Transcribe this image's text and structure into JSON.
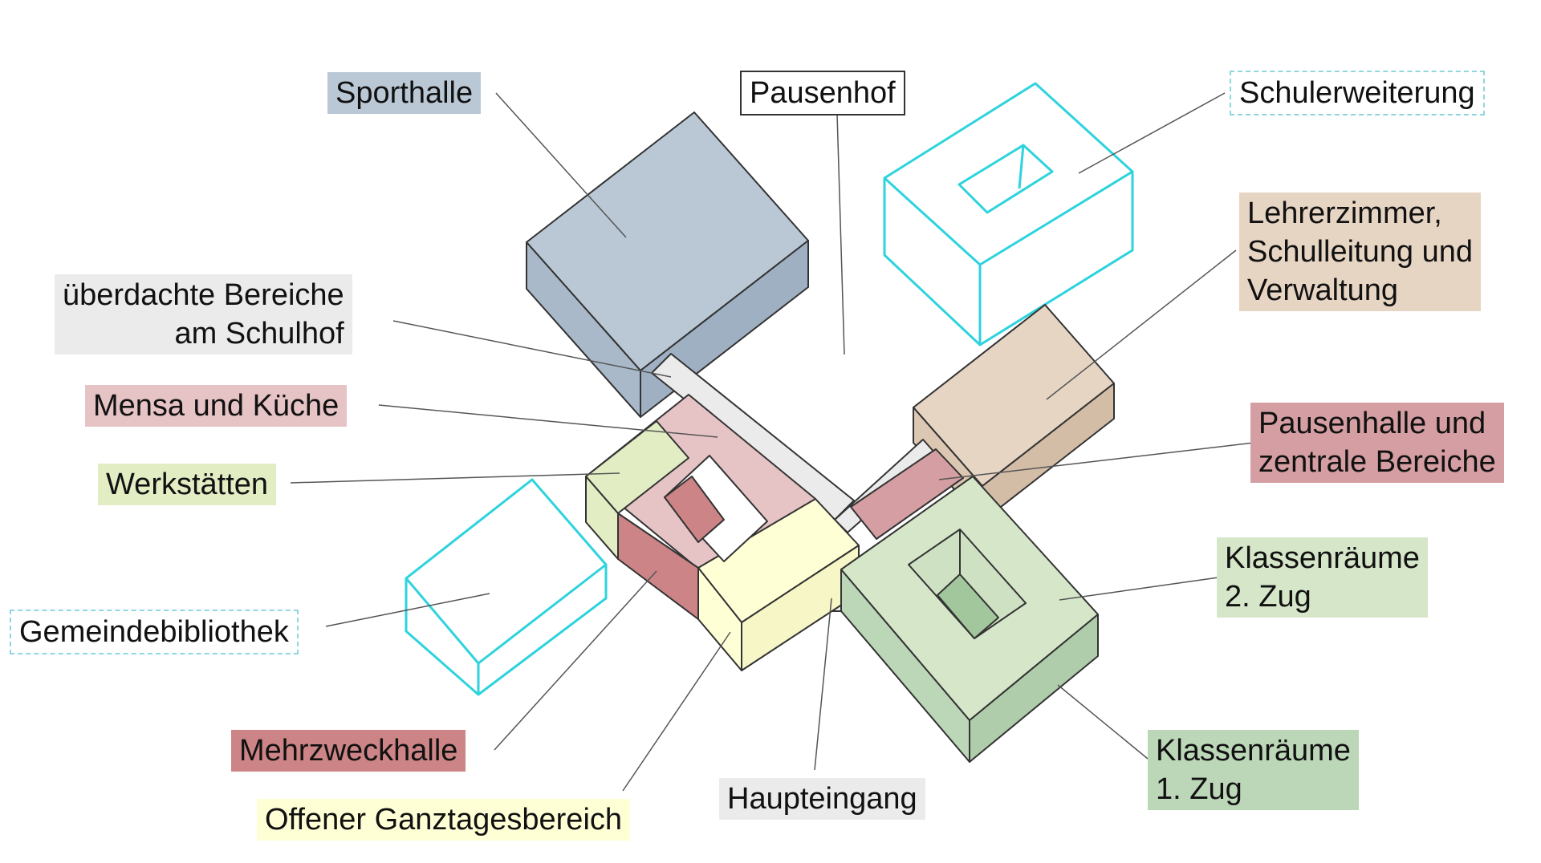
{
  "colors": {
    "sporthalle": "#bac8d6",
    "pausenhof_border": "#333333",
    "schulerweiterung": "#2ed3de",
    "lehrerzimmer": "#e7d5c4",
    "ueberdacht": "#ebebeb",
    "mensa": "#e6c3c5",
    "pausenhalle": "#d49ea2",
    "werkstaetten": "#e2edc4",
    "klassen2": "#d6e6c9",
    "klassen1": "#bcd6b8",
    "mehrzweck": "#cc8486",
    "offener": "#ffffd6",
    "haupteingang": "#ebebeb",
    "leader": "#555555"
  },
  "labels": {
    "sporthalle": [
      "Sporthalle"
    ],
    "pausenhof": [
      "Pausenhof"
    ],
    "schulerweiterung": [
      "Schulerweiterung"
    ],
    "lehrerzimmer": [
      "Lehrerzimmer,",
      "Schulleitung und",
      "Verwaltung"
    ],
    "ueberdacht": [
      "überdachte Bereiche",
      "am Schulhof"
    ],
    "mensa": [
      "Mensa und Küche"
    ],
    "pausenhalle": [
      "Pausenhalle und",
      "zentrale Bereiche"
    ],
    "werkstaetten": [
      "Werkstätten"
    ],
    "klassen2": [
      "Klassenräume",
      "2. Zug"
    ],
    "gemeindebibliothek": [
      "Gemeindebibliothek"
    ],
    "mehrzweck": [
      "Mehrzweckhalle"
    ],
    "klassen1": [
      "Klassenräume",
      "1. Zug"
    ],
    "haupteingang": [
      "Haupteingang"
    ],
    "offener": [
      "Offener Ganztagesbereich"
    ]
  }
}
